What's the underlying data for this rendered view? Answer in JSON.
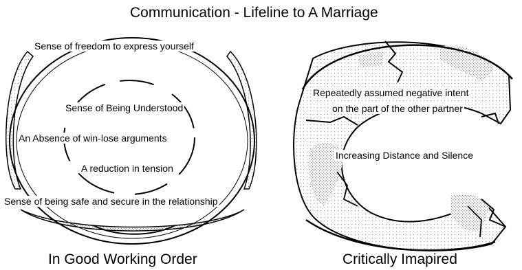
{
  "title": "Communication - Lifeline to A Marriage",
  "left_diagram": {
    "caption": "In Good Working Order",
    "labels": {
      "outer_top": "Sense of freedom to express yourself",
      "inner_top": "Sense of Being Understood",
      "middle": "An Absence of win-lose arguments",
      "inner_bottom": "A reduction in tension",
      "outer_bottom": "Sense of being safe and secure in the relationship"
    }
  },
  "right_diagram": {
    "caption": "Critically Imapired",
    "labels": {
      "top_line1": "Repeatedly assumed negative intent",
      "top_line2": "on the part of the other partner",
      "middle": "Increasing Distance and Silence"
    }
  },
  "colors": {
    "ink": "#000000",
    "hatch": "#9a9a9a",
    "background": "#ffffff"
  }
}
